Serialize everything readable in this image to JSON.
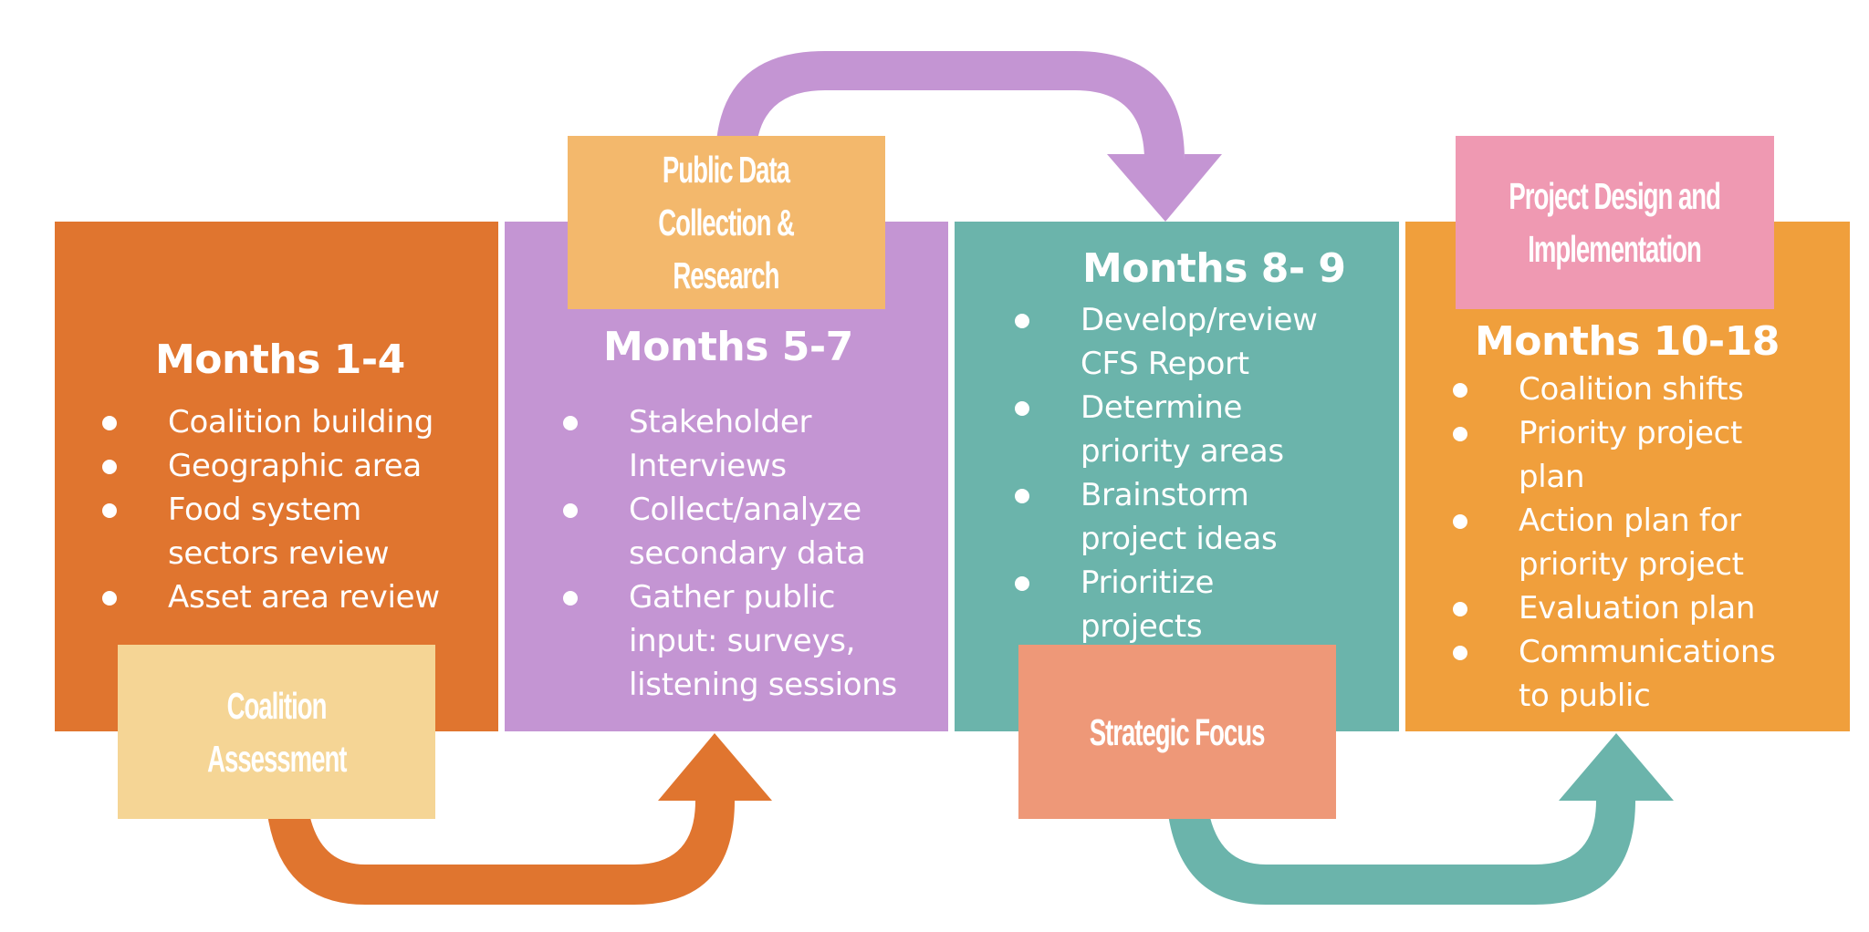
{
  "colors": {
    "phase1": "#E0752F",
    "phase2": "#C495D3",
    "phase3": "#6BB4AB",
    "phase4": "#F09F3C",
    "label1": "#F5D595",
    "label2": "#F3B86C",
    "label3": "#EE9878",
    "label4": "#EF99B2",
    "text": "#FFFFFF"
  },
  "phases": [
    {
      "label": "Coalition Assessment",
      "label_lines": [
        "Coalition",
        "Assessment"
      ],
      "title": "Months 1-4",
      "bullets": [
        "Coalition building",
        "Geographic area",
        "Food system sectors review",
        "Asset area review"
      ],
      "bullet_lines": [
        [
          "Coalition building"
        ],
        [
          "Geographic area"
        ],
        [
          "Food system",
          "sectors review"
        ],
        [
          "Asset area review"
        ]
      ]
    },
    {
      "label": "Public Data Collection & Research",
      "label_lines": [
        "Public Data",
        "Collection &",
        "Research"
      ],
      "title": "Months 5-7",
      "bullets": [
        "Stakeholder Interviews",
        "Collect/analyze secondary data",
        "Gather public input: surveys, listening sessions"
      ],
      "bullet_lines": [
        [
          "Stakeholder",
          "Interviews"
        ],
        [
          "Collect/analyze",
          "secondary data"
        ],
        [
          "Gather public",
          "input: surveys,",
          "listening sessions"
        ]
      ]
    },
    {
      "label": "Strategic Focus",
      "label_lines": [
        "Strategic Focus"
      ],
      "title": "Months 8- 9",
      "bullets": [
        "Develop/review CFS Report",
        "Determine priority areas",
        "Brainstorm project ideas",
        "Prioritize projects"
      ],
      "bullet_lines": [
        [
          "Develop/review",
          "CFS Report"
        ],
        [
          "Determine",
          "priority areas"
        ],
        [
          "Brainstorm",
          "project ideas"
        ],
        [
          "Prioritize",
          "projects"
        ]
      ]
    },
    {
      "label": "Project Design and Implementation",
      "label_lines": [
        "Project Design and",
        "Implementation"
      ],
      "title": "Months 10-18",
      "bullets": [
        "Coalition shifts",
        "Priority project plan",
        "Action plan for priority project",
        "Evaluation plan",
        "Communications to public"
      ],
      "bullet_lines": [
        [
          "Coalition shifts"
        ],
        [
          "Priority project",
          "plan"
        ],
        [
          "Action plan for",
          "priority project"
        ],
        [
          "Evaluation plan"
        ],
        [
          "Communications",
          "to public"
        ]
      ]
    }
  ],
  "arrows": [
    {
      "from": "Months 1-4",
      "to": "Months 5-7",
      "color": "#E0752F"
    },
    {
      "from": "Months 5-7",
      "to": "Months 8- 9",
      "color": "#C495D3"
    },
    {
      "from": "Months 8- 9",
      "to": "Months 10-18",
      "color": "#6BB4AB"
    }
  ]
}
